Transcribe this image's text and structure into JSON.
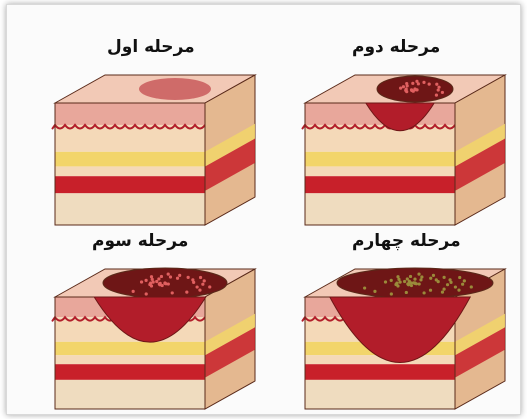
{
  "stages": [
    {
      "id": "stage-1",
      "label": "مرحله اول",
      "severity": 1
    },
    {
      "id": "stage-2",
      "label": "مرحله دوم",
      "severity": 2
    },
    {
      "id": "stage-3",
      "label": "مرحله سوم",
      "severity": 3
    },
    {
      "id": "stage-4",
      "label": "مرحله چهارم",
      "severity": 4
    }
  ],
  "colors": {
    "skin_top": "#f2c9b6",
    "epidermis": "#e8a79b",
    "dermis": "#f4d9b8",
    "fat": "#f2d56a",
    "muscle": "#c8202a",
    "bone": "#efdcbf",
    "wound": "#b21d2a",
    "wound_dark": "#6e1616",
    "outline": "#5a2a1a"
  }
}
